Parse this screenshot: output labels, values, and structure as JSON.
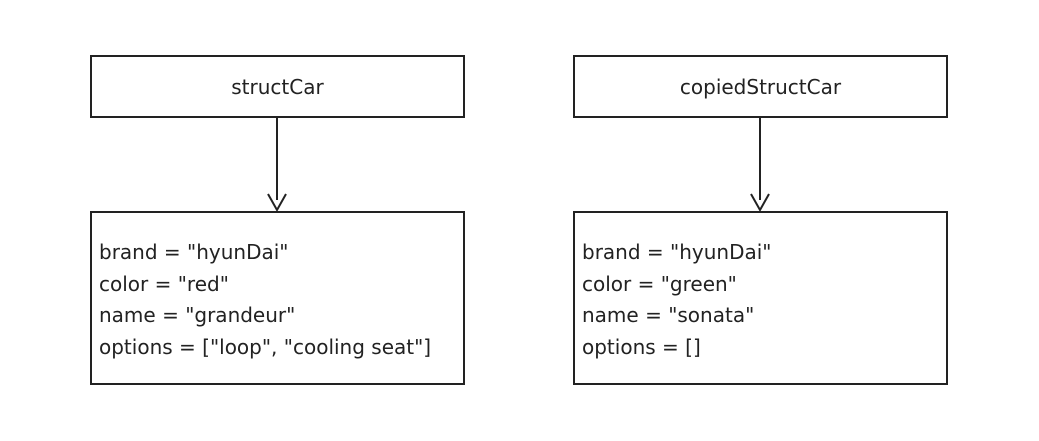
{
  "diagram": {
    "left": {
      "title": "structCar",
      "fields": [
        "brand = \"hyunDai\"",
        "color = \"red\"",
        "name = \"grandeur\"",
        "options = [\"loop\", \"cooling seat\"]"
      ]
    },
    "right": {
      "title": "copiedStructCar",
      "fields": [
        "brand = \"hyunDai\"",
        "color = \"green\"",
        "name = \"sonata\"",
        "options = []"
      ]
    }
  }
}
